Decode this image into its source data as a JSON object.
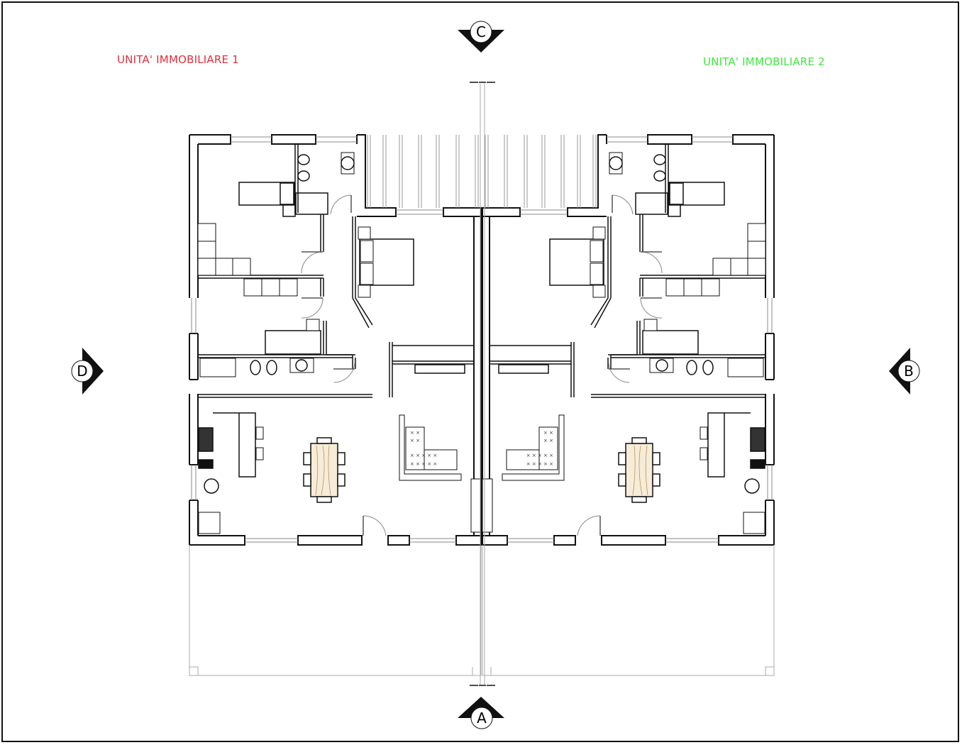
{
  "drawing": {
    "type": "architectural-floor-plan",
    "frame_color": "#111111",
    "wall_color": "#111111",
    "thin_line_color": "#999999"
  },
  "units": [
    {
      "id": 1,
      "label": "UNITA' IMMOBILIARE 1",
      "color": "#e0303c"
    },
    {
      "id": 2,
      "label": "UNITA' IMMOBILIARE 2",
      "color": "#3ee83e"
    }
  ],
  "section_markers": {
    "top": {
      "letter": "C",
      "direction": "down"
    },
    "bottom": {
      "letter": "A",
      "direction": "up"
    },
    "left": {
      "letter": "D",
      "direction": "right"
    },
    "right": {
      "letter": "B",
      "direction": "left"
    }
  },
  "rooms": {
    "unit1": [
      "bedroom-single",
      "bathroom-upper",
      "bathroom-lower",
      "master-bedroom",
      "hallway",
      "kitchen-living-dining",
      "garden"
    ],
    "unit2": [
      "bedroom-single",
      "bathroom-upper",
      "bathroom-lower",
      "master-bedroom",
      "hallway",
      "kitchen-living-dining",
      "garden"
    ]
  },
  "furniture": {
    "beds": 4,
    "dining_tables": 2,
    "chairs_per_table": 6,
    "sofas": 2,
    "kitchen_islands": 2,
    "toilets": 4,
    "bidets": 4,
    "showers": 4,
    "sinks": 4
  }
}
